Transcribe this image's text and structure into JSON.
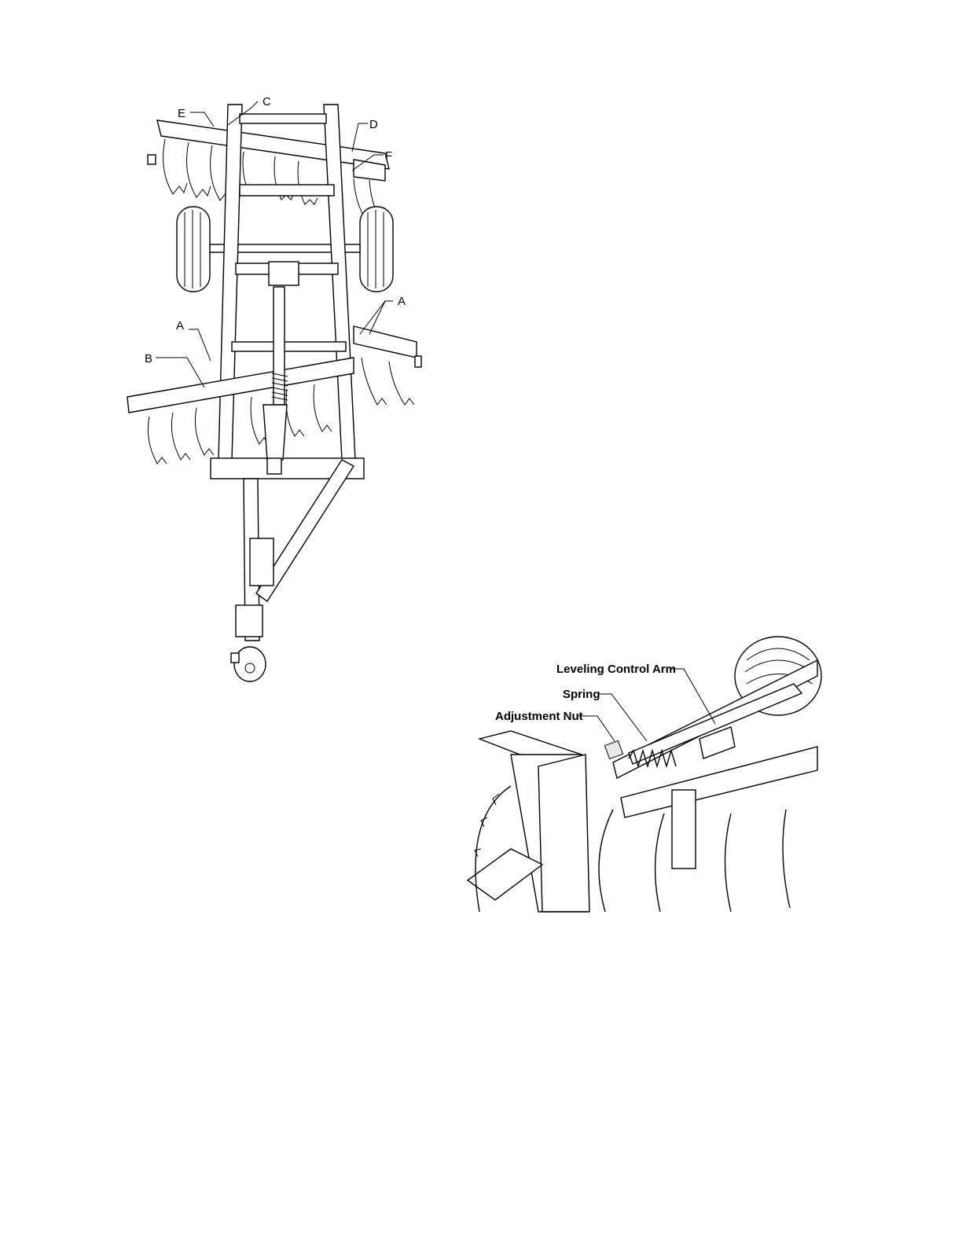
{
  "harrow_figure": {
    "callouts": [
      "A",
      "A",
      "B",
      "C",
      "D",
      "E",
      "F"
    ]
  },
  "closeup_figure": {
    "callouts": [
      "Leveling Control Arm",
      "Spring",
      "Adjustment Nut"
    ]
  }
}
